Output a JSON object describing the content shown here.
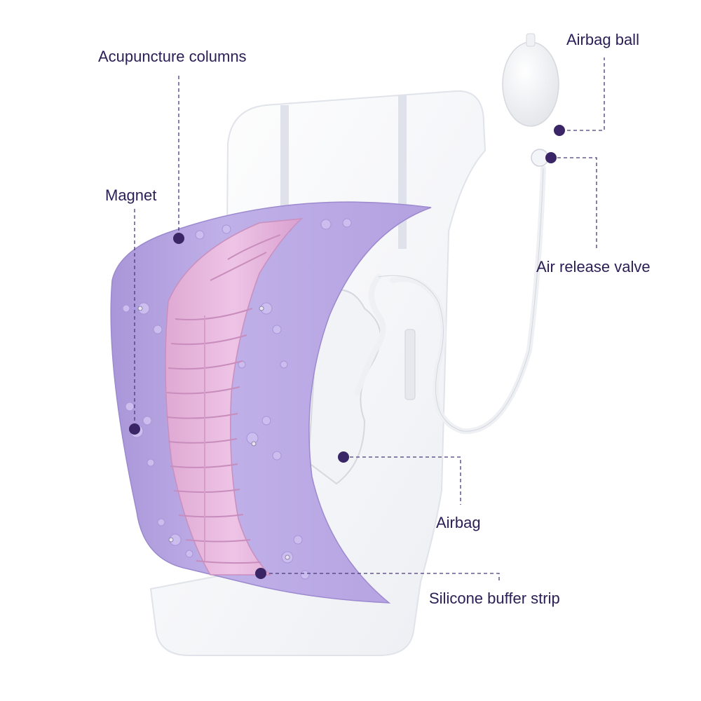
{
  "labels": {
    "acupuncture_columns": "Acupuncture columns",
    "magnet": "Magnet",
    "airbag_ball": "Airbag ball",
    "air_release_valve": "Air release valve",
    "airbag": "Airbag",
    "silicone_buffer_strip": "Silicone buffer strip"
  },
  "colors": {
    "label_text": "#2b1e55",
    "callout_dot": "#3a2566",
    "purple_pad": "#b9a6e0",
    "pink_strip": "#e4b3d8",
    "white_frame": "#f7f7fa"
  }
}
